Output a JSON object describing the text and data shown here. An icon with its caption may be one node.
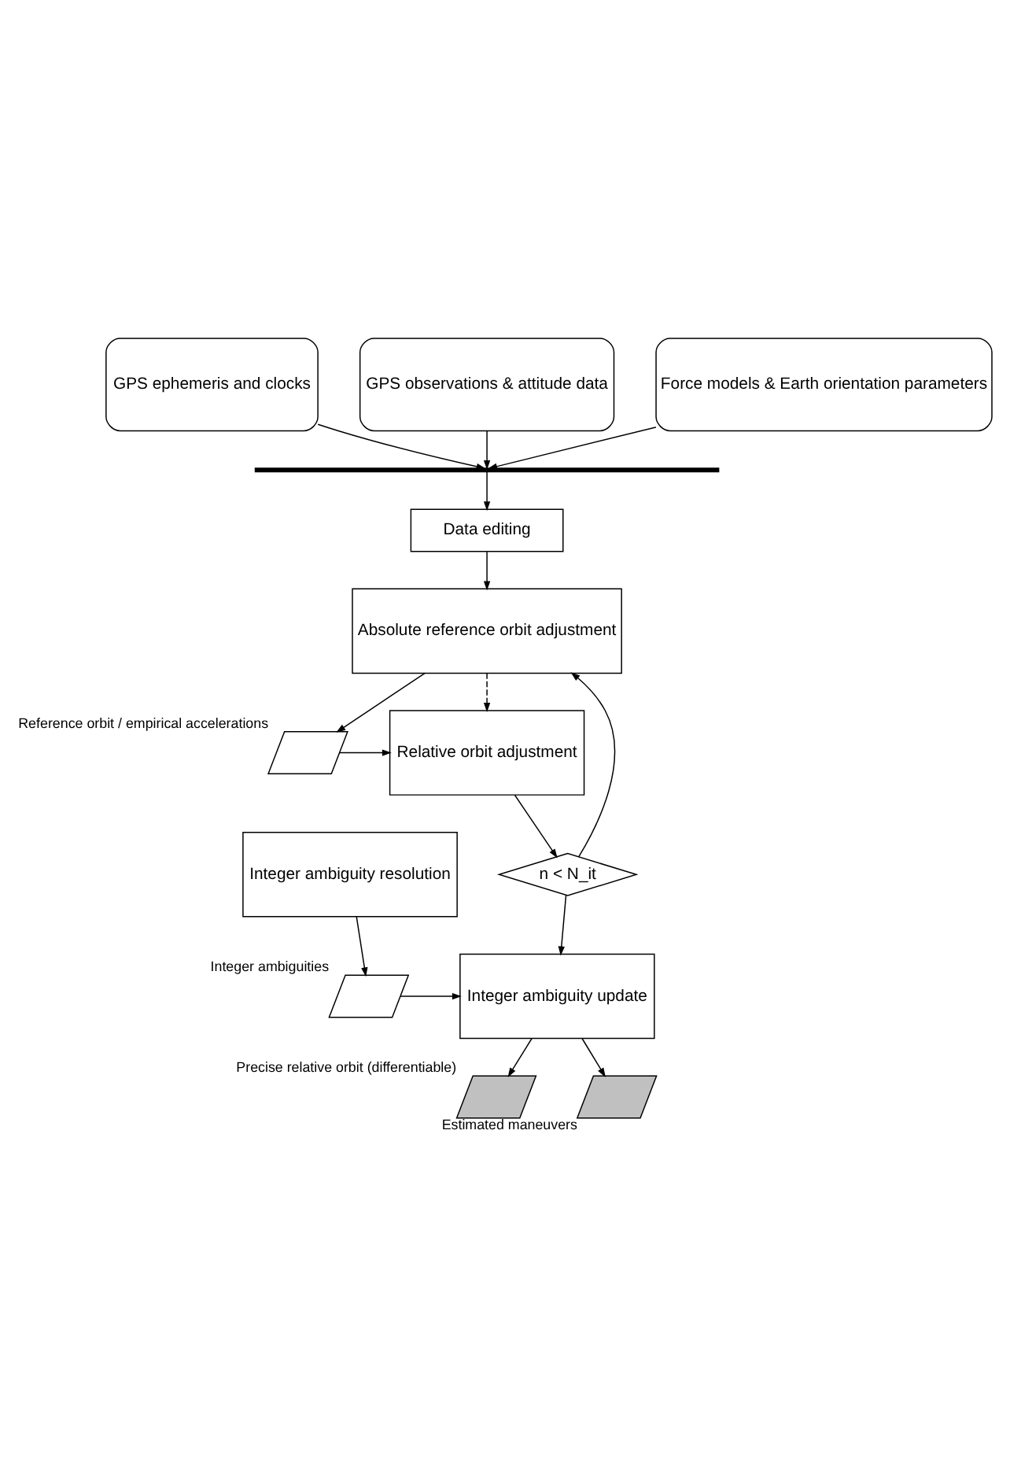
{
  "diagram": {
    "nodes": [
      {
        "text": [
          "GPS ephemeris and clocks"
        ]
      },
      {
        "text": [
          "GPS observations & attitude data"
        ]
      },
      {
        "text": [
          "Force models & Earth orientation parameters"
        ]
      },
      {
        "text": [],
        "shape": "bar"
      },
      {
        "text": [
          "Data editing"
        ]
      },
      {
        "text": [
          "Absolute reference orbit adjustment"
        ]
      },
      {
        "text": [],
        "shape": "parallelogram",
        "beside": [
          "Reference orbit / empirical accelerations"
        ]
      },
      {
        "text": [
          "Relative orbit adjustment"
        ]
      },
      {
        "text": [
          "n < N_it"
        ]
      },
      {
        "text": [
          "Integer ambiguity resolution"
        ]
      },
      {
        "text": [],
        "shape": "parallelogram",
        "beside": [
          "Integer ambiguities"
        ]
      },
      {
        "text": [
          "Integer ambiguity update"
        ]
      },
      {
        "text": [],
        "shape": "parallelogram",
        "beside": [
          "Precise relative orbit (differentiable)"
        ]
      },
      {
        "text": [],
        "shape": "parallelogram",
        "beside": [
          "Estimated maneuvers"
        ]
      }
    ],
    "edges": [
      {
        "from": 0,
        "to": 3,
        "arrow": "to"
      },
      {
        "from": 1,
        "to": 3,
        "arrow": "to"
      },
      {
        "from": 2,
        "to": 3,
        "arrow": "to"
      },
      {
        "from": 3,
        "to": 4,
        "arrow": "to"
      },
      {
        "from": 4,
        "to": 5,
        "arrow": "to"
      },
      {
        "from": 5,
        "to": 6,
        "arrow": "to"
      },
      {
        "from": 5,
        "to": 7,
        "arrow": "to",
        "style": "dashed"
      },
      {
        "from": 6,
        "to": 7,
        "arrow": "to"
      },
      {
        "from": 7,
        "to": 8,
        "arrow": "to"
      },
      {
        "from": 8,
        "to": 5,
        "arrow": "to"
      },
      {
        "from": 8,
        "to": 11,
        "arrow": "to"
      },
      {
        "from": 9,
        "to": 10,
        "arrow": "to"
      },
      {
        "from": 10,
        "to": 11,
        "arrow": "to"
      },
      {
        "from": 11,
        "to": 12,
        "arrow": "to"
      },
      {
        "from": 11,
        "to": 13,
        "arrow": "to"
      }
    ]
  }
}
